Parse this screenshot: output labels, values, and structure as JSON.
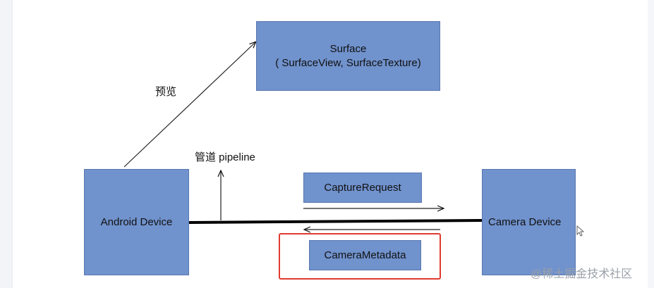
{
  "diagram": {
    "surface_title": "Surface",
    "surface_subtitle": "( SurfaceView, SurfaceTexture)",
    "android_device": "Android Device",
    "camera_device": "Camera Device",
    "capture_request": "CaptureRequest",
    "camera_metadata": "CameraMetadata",
    "preview_label": "预览",
    "pipeline_label": "管道 pipeline"
  },
  "watermark": "@稀土掘金技术社区",
  "colors": {
    "box_fill": "#7092cd",
    "highlight": "#e03a2f"
  }
}
